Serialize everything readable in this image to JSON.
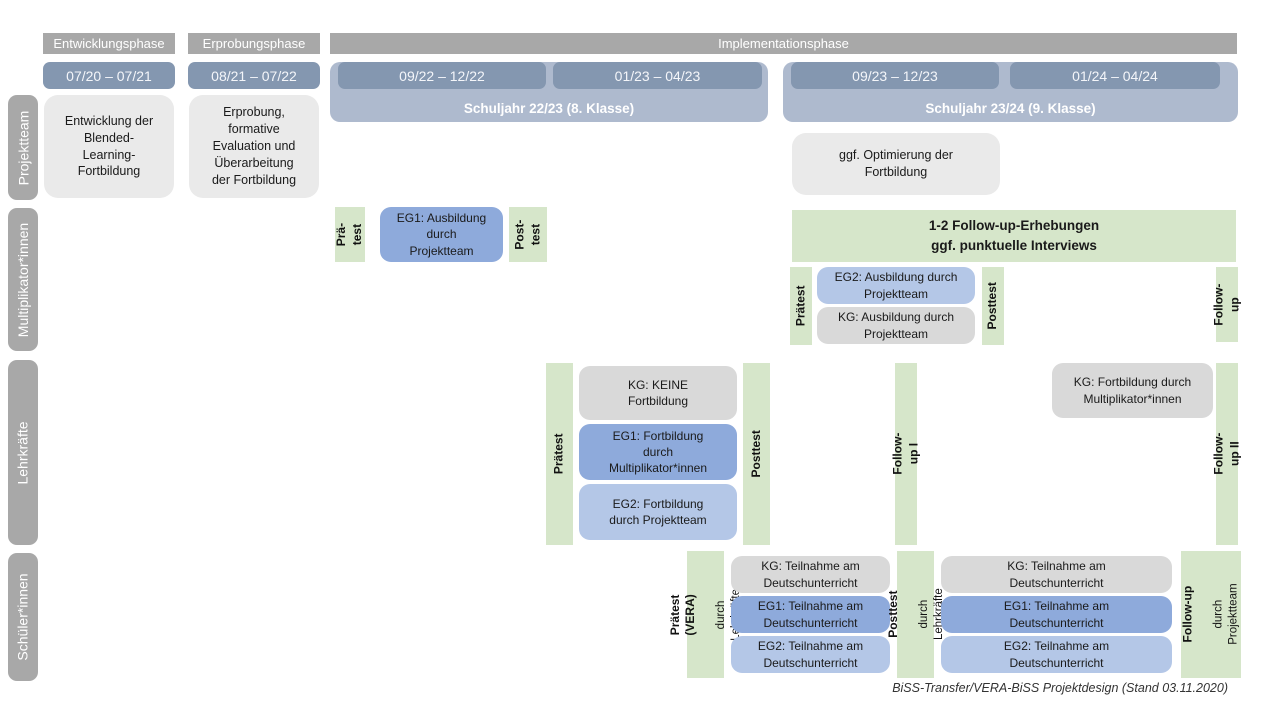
{
  "colors": {
    "phase_header": "#a8a8a8",
    "row_label": "#a8a8a8",
    "date_bar": "#8497b0",
    "schoolyear_bar": "#aebace",
    "neutral_box": "#eaeaea",
    "kg_box": "#d9d9d9",
    "eg1_box": "#8eaadb",
    "eg2_box": "#b4c7e7",
    "measure_strip": "#d6e6ca"
  },
  "phases": {
    "development": {
      "title": "Entwicklungsphase",
      "period": "07/20 – 07/21"
    },
    "piloting": {
      "title": "Erprobungsphase",
      "period": "08/21 – 07/22"
    },
    "implementation": {
      "title": "Implementationsphase",
      "periods": [
        "09/22 – 12/22",
        "01/23 – 04/23",
        "09/23 – 12/23",
        "01/24 – 04/24"
      ],
      "schoolyears": [
        "Schuljahr 22/23 (8. Klasse)",
        "Schuljahr 23/24 (9. Klasse)"
      ]
    }
  },
  "row_labels": [
    "Projektteam",
    "Multiplikator*innen",
    "Lehrkräfte",
    "Schüler*innen"
  ],
  "projektteam": {
    "development_box": "Entwicklung der\nBlended-\nLearning-\nFortbildung",
    "piloting_box": "Erprobung,\nformative\nEvaluation und\nÜberarbeitung\nder Fortbildung",
    "optimization_box": "ggf. Optimierung der\nFortbildung"
  },
  "multiplikatoren": {
    "pretest_strip": "Prä-\ntest",
    "eg1_box": "EG1: Ausbildung\ndurch\nProjektteam",
    "posttest_strip": "Post-\ntest",
    "followup_bar": "1-2 Follow-up-Erhebungen\nggf. punktuelle Interviews",
    "pretest2_strip": "Prätest",
    "eg2_box": "EG2: Ausbildung durch\nProjektteam",
    "kg_box": "KG: Ausbildung durch\nProjektteam",
    "posttest2_strip": "Posttest",
    "followup_strip": "Follow-up"
  },
  "lehrkraefte": {
    "pretest_strip": "Prätest",
    "kg_box": "KG: KEINE\nFortbildung",
    "eg1_box": "EG1: Fortbildung\ndurch\nMultiplikator*innen",
    "eg2_box": "EG2: Fortbildung\ndurch Projektteam",
    "posttest_strip": "Posttest",
    "followup1_strip": "Follow-up I",
    "kg2_box": "KG: Fortbildung durch\nMultiplikator*innen",
    "followup2_strip": "Follow-up II"
  },
  "schueler": {
    "pretest_strip_title": "Prätest (VERA)",
    "pretest_strip_sub": "durch Lehrkräfte",
    "kg_box": "KG: Teilnahme am\nDeutschunterricht",
    "eg1_box": "EG1: Teilnahme am\nDeutschunterricht",
    "eg2_box": "EG2: Teilnahme am\nDeutschunterricht",
    "posttest_strip_title": "Posttest",
    "posttest_strip_sub": "durch Lehrkräfte",
    "kg2_box": "KG: Teilnahme am\nDeutschunterricht",
    "eg1_2_box": "EG1: Teilnahme am\nDeutschunterricht",
    "eg2_2_box": "EG2: Teilnahme am\nDeutschunterricht",
    "followup_strip_title": "Follow-up",
    "followup_strip_sub": "durch\nProjektteam"
  },
  "footer": "BiSS-Transfer/VERA-BiSS Projektdesign (Stand 03.11.2020)"
}
